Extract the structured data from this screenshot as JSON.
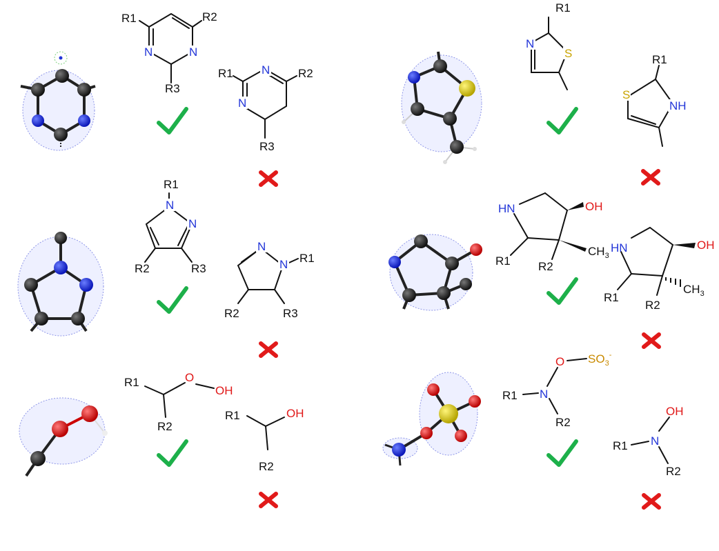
{
  "panels": {
    "pyrimidine": {
      "correct": {
        "r1": "R1",
        "r2": "R2",
        "r3": "R3",
        "n": "N"
      },
      "wrong": {
        "r1": "R1",
        "r2": "R2",
        "r3": "R3",
        "n": "N"
      }
    },
    "thiazole": {
      "correct": {
        "r1": "R1",
        "n": "N",
        "s": "S"
      },
      "wrong": {
        "r1": "R1",
        "s": "S",
        "nh": "NH"
      }
    },
    "pyrazole": {
      "correct": {
        "r1": "R1",
        "r2": "R2",
        "r3": "R3",
        "n": "N"
      },
      "wrong": {
        "r1": "R1",
        "r2": "R2",
        "r3": "R3",
        "n": "N"
      }
    },
    "pyrrolidine": {
      "correct": {
        "hn": "HN",
        "oh": "OH",
        "ch3": "CH",
        "ch3_sub": "3",
        "r1": "R1",
        "r2": "R2"
      },
      "wrong": {
        "hn": "HN",
        "oh": "OH",
        "ch3": "CH",
        "ch3_sub": "3",
        "r1": "R1",
        "r2": "R2"
      }
    },
    "peroxide": {
      "correct": {
        "r1": "R1",
        "r2": "R2",
        "o": "O",
        "oh": "OH"
      },
      "wrong": {
        "r1": "R1",
        "r2": "R2",
        "oh": "OH"
      }
    },
    "sulfate": {
      "correct": {
        "o": "O",
        "so3": "SO",
        "so3_sub": "3",
        "so3_sup": "-",
        "r1": "R1",
        "n": "N",
        "r2": "R2"
      },
      "wrong": {
        "oh": "OH",
        "r1": "R1",
        "n": "N",
        "r2": "R2"
      }
    }
  },
  "marks": {
    "correct": "checkmark",
    "incorrect": "cross"
  },
  "colors": {
    "check": "#1db04a",
    "cross": "#e11a1a",
    "nitrogen": "#2336d8",
    "oxygen": "#e01818",
    "sulfur": "#c9a400",
    "carbon": "#222222",
    "density": "#8d95e8"
  }
}
